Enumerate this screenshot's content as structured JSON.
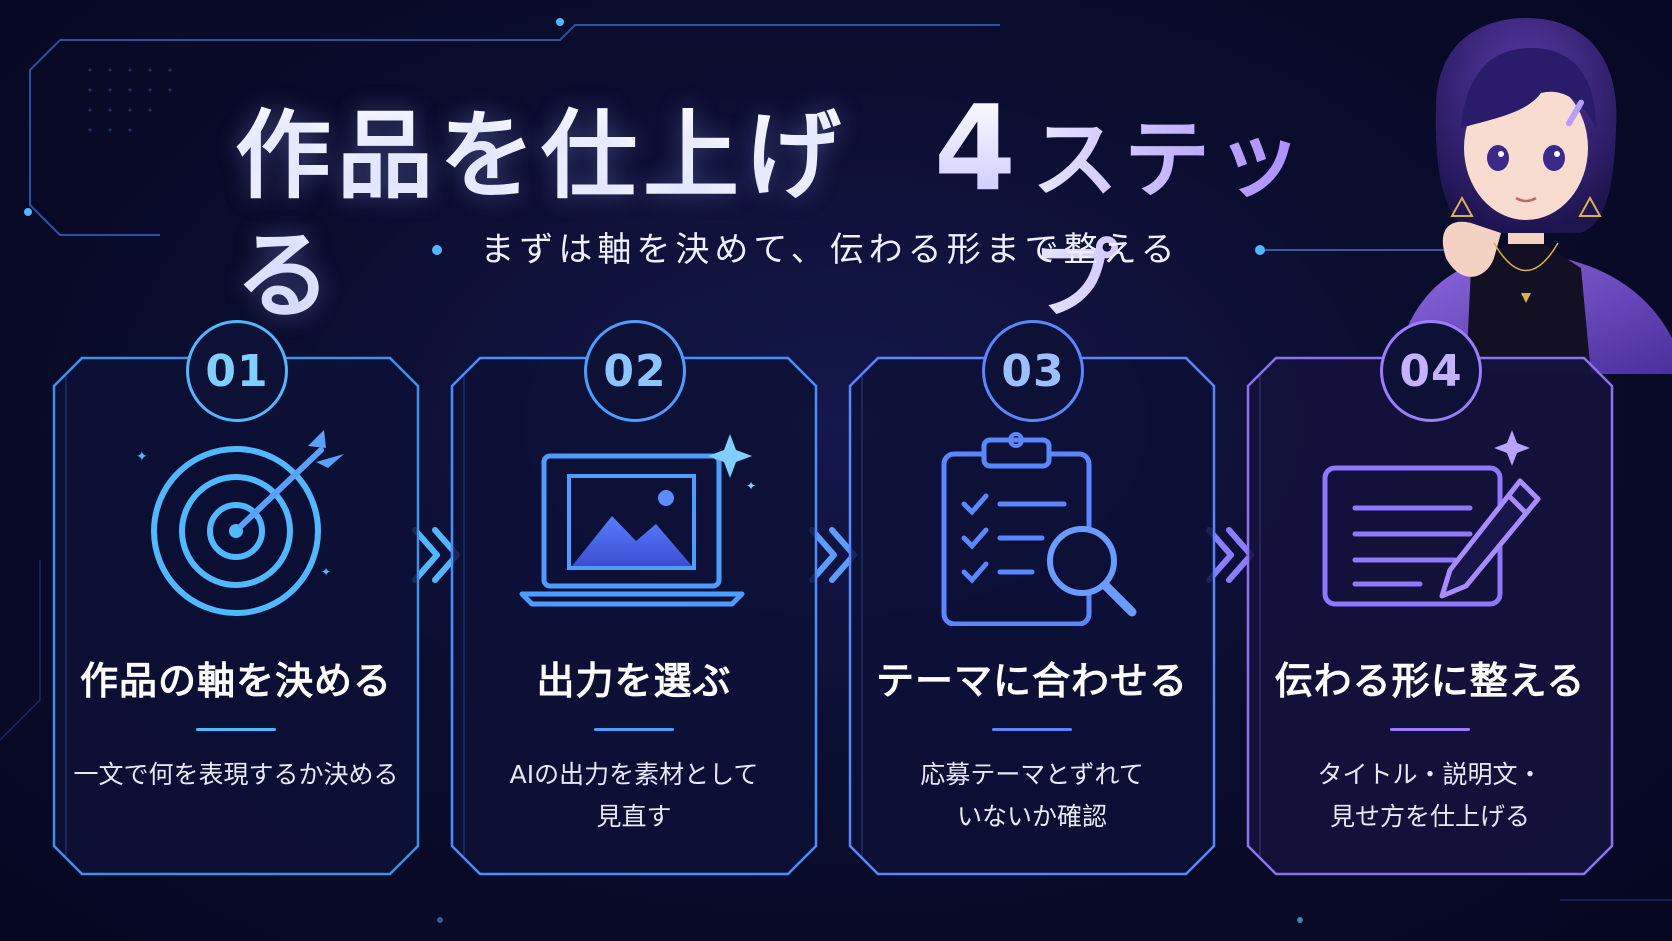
{
  "header": {
    "title_main": "作品を仕上げる",
    "title_number": "4",
    "title_accent": "ステップ",
    "subtitle": "まずは軸を決めて、伝わる形まで整える"
  },
  "steps": [
    {
      "number": "01",
      "title": "作品の軸を決める",
      "description": "一文で何を表現するか決める",
      "icon": "target-arrow-icon",
      "accent": "#4fb8ff"
    },
    {
      "number": "02",
      "title": "出力を選ぶ",
      "description": "AIの出力を素材として\n見直す",
      "icon": "laptop-image-icon",
      "accent": "#4c9dff"
    },
    {
      "number": "03",
      "title": "テーマに合わせる",
      "description": "応募テーマとずれて\nいないか確認",
      "icon": "clipboard-search-icon",
      "accent": "#5a86ff"
    },
    {
      "number": "04",
      "title": "伝わる形に整える",
      "description": "タイトル・説明文・\n見せ方を仕上げる",
      "icon": "document-pencil-icon",
      "accent": "#9b7dff"
    }
  ],
  "colors": {
    "background": "#0a0c2c",
    "card_fill": "#0d1136",
    "cyan": "#4fb8ff",
    "violet": "#9b7dff"
  }
}
